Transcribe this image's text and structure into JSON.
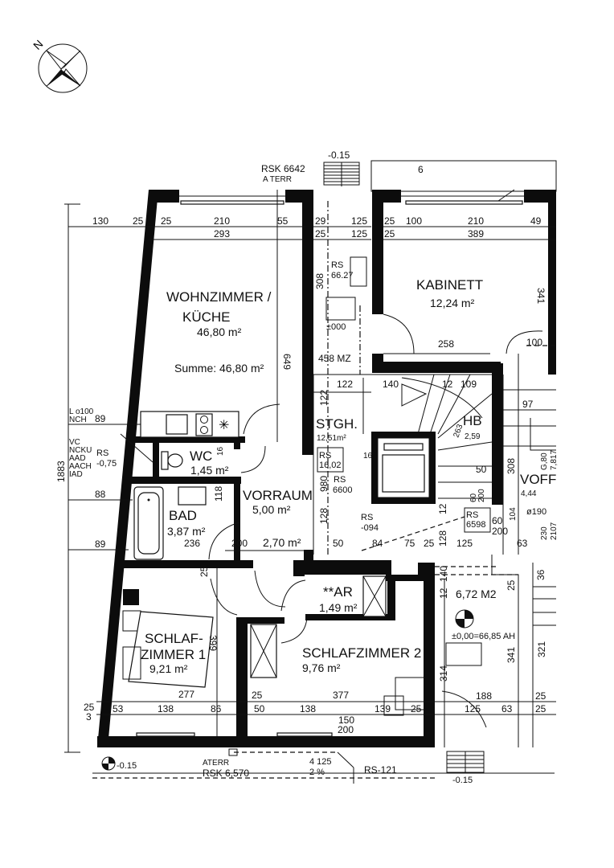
{
  "compass": {
    "label": "N",
    "icon": "north-arrow-compass-icon"
  },
  "rooms": {
    "wohnzimmer": {
      "name_line1": "WOHNZIMMER /",
      "name_line2": "KÜCHE",
      "area": "46,80 m²",
      "summe": "Summe: 46,80 m²"
    },
    "kabinett": {
      "name": "KABINETT",
      "area": "12,24 m²"
    },
    "stgh": {
      "name": "STGH.",
      "area": "12,51m²"
    },
    "hb": {
      "name": "HB",
      "area": "2,59"
    },
    "voff": {
      "name": "VOFF",
      "area": "4,44"
    },
    "wc": {
      "name": "WC",
      "area": "1,45 m²"
    },
    "bad": {
      "name": "BAD",
      "area": "3,87 m²"
    },
    "vorraum": {
      "name": "VORRAUM",
      "area": "5,00 m²",
      "area2": "2,70 m²"
    },
    "ar": {
      "name": "**AR",
      "area": "1,49 m²"
    },
    "schlafzimmer1": {
      "name_line1": "SCHLAF-",
      "name_line2": "ZIMMER 1",
      "area": "9,21 m²"
    },
    "schlafzimmer2": {
      "name": "SCHLAFZIMMER 2",
      "area": "9,76 m²"
    },
    "terrace_room": {
      "area": "6,72 M2",
      "level": "±0,00=66,85 AH"
    }
  },
  "annotations": {
    "top_rsk": "RSK  6642",
    "top_aterr": "A TERR",
    "top_level": "-0.15",
    "top_six": "6",
    "rs_6627_a": "RS",
    "rs_6627_b": "66.27",
    "pm000": "±000",
    "mz": "458 MZ",
    "rs_1602_a": "RS",
    "rs_1602_b": "16,02",
    "rs_6600_a": "RS",
    "rs_6600_b": "6600",
    "rs_094_a": "RS",
    "rs_094_b": "-094",
    "rs_6598_a": "RS",
    "rs_6598_b": "6598",
    "rs_075_a": "RS",
    "rs_075_b": "-0,75",
    "left_note_1": "L o100",
    "left_note_2": "NCH",
    "left_note_3": "VC",
    "left_note_4": "NCKU",
    "left_note_5": "AAD",
    "left_note_6": "AACH",
    "left_note_7": "IAD",
    "overall_height": "1883",
    "bottom_level": "-0.15",
    "bottom_aterr": "ATERR",
    "bottom_rsk": "RSK  6,570",
    "bottom_slope_a": "4 125",
    "bottom_slope_b": "2 %",
    "bottom_rs121": "RS-121",
    "bottom_right_level": "-0.15",
    "diameter": "ø190",
    "g80": "G,80",
    "g217": "7,817"
  },
  "dimensions": {
    "top_left": [
      "130",
      "25",
      "25",
      "210",
      "55"
    ],
    "top_left_total": "293",
    "top_mid": [
      "29",
      "125",
      "25",
      "125"
    ],
    "top_right": [
      "25",
      "100",
      "210",
      "49"
    ],
    "top_right_total": "389",
    "stgh_width": "308",
    "kabinett_height": "341",
    "wohn_height": "649",
    "kab_bottom": "258",
    "kab_door": "100",
    "stair": [
      "122",
      "140",
      "12",
      "109",
      "122",
      "16",
      "50",
      "97",
      "263",
      "308"
    ],
    "left_side": [
      "89",
      "88",
      "89"
    ],
    "wc_16": "16",
    "bad_118": "118",
    "bad_236": "236",
    "vor_200": "200",
    "vor_50": "50",
    "vor_980": "980",
    "vor_128": "128",
    "mid_84": "84",
    "mid_75": "75",
    "mid_25": "25",
    "mid_12": "12",
    "mid_125": "125",
    "mid_128": "128",
    "mid_6020": [
      "60",
      "200"
    ],
    "r_60": "60",
    "r_200": "200",
    "r_63": "63",
    "r_104": "104",
    "r_230": "230",
    "r_2107": "2107",
    "right_36": "36",
    "right_25": "25",
    "right_12": "12",
    "right_140": "140",
    "right_314": "314",
    "right_341": "341",
    "right_321": "321",
    "right_188": "188",
    "right_125": "125",
    "right_63": "63",
    "right_25b": "25",
    "right_25c": "25",
    "s1_399": "399",
    "s1_25": "25",
    "s1_277": "277",
    "s1_bottom": [
      "53",
      "138",
      "86"
    ],
    "s1_left": [
      "25",
      "3"
    ],
    "s2_25": "25",
    "s2_377": "377",
    "s2_bottom": [
      "50",
      "138",
      "139",
      "25"
    ],
    "s2_150": "150",
    "s2_200": "200"
  }
}
